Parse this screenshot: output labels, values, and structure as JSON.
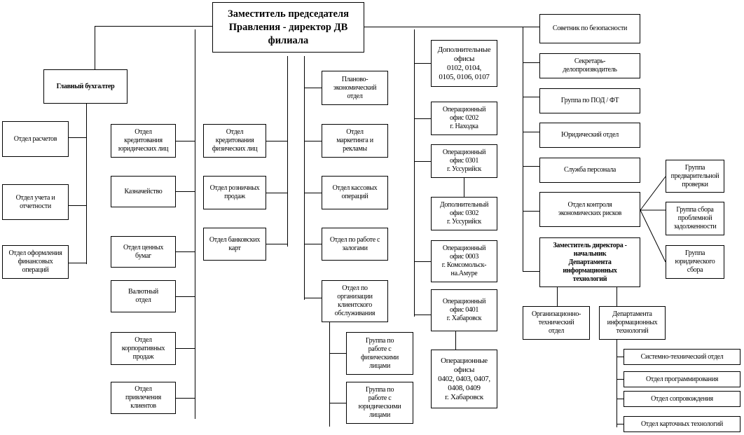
{
  "head": {
    "text": "Заместитель председателя\nПравления - директор ДВ\nфилиала"
  },
  "accounting": {
    "chief": "Главный бухгалтер",
    "units": [
      "Отдел расчетов",
      "Отдел учета и\nотчетности",
      "Отдел оформления\nфинансовых\nопераций"
    ]
  },
  "column2": [
    "Отдел\nкредитования\nюридических лиц",
    "Казначейство",
    "Отдел ценных\nбумаг",
    "Валютный\nотдел",
    "Отдел\nкорпоративных\nпродаж",
    "Отдел\nпривлечения\nклиентов"
  ],
  "column3": [
    "Отдел\nкредитования\nфизических лиц",
    "Отдел розничных\nпродаж",
    "Отдел банковских\nкарт"
  ],
  "column4": {
    "units": [
      "Планово-\nэкономический\nотдел",
      "Отдел\nмаркетинга и\nрекламы",
      "Отдел кассовых\nопераций",
      "Отдел по работе с\nзалогами",
      "Отдел по\nорганизации\nклиентского\nобслуживания"
    ],
    "groups": [
      "Группа по\nработе с\nфизическими\nлицами",
      "Группа по\nработе с\nюридическими\nлицами"
    ]
  },
  "offices": [
    "Дополнительные\nофисы\n0102, 0104,\n0105, 0106, 0107",
    "Операционный\nофис 0202\nг. Находка",
    "Операционный\nофис 0301\nг. Уссурийск",
    "Дополнительный\nофис 0302\nг. Уссурийск",
    "Операционный\nофис  0003\nг. Комсомольск-\nна.Амуре",
    "Операционный\nофис 0401\nг. Хабаровск",
    "Операционные\nофисы\n0402, 0403, 0407,\n0408, 0409\nг. Хабаровск"
  ],
  "right": {
    "units": [
      "Советник по безопасности",
      "Секретарь-\nделопроизводитель",
      "Группа по ПОД / ФТ",
      "Юридический отдел",
      "Служба персонала",
      "Отдел контроля\nэкономических рисков"
    ],
    "risk_groups": [
      "Группа\nпредварительной\nпроверки",
      "Группа сбора\nпроблемной\nзадолженности",
      "Группа\nюридического\nсбора"
    ],
    "it_deputy": "Заместитель директора -\nначальник\nДепартамента\nинформационных\nтехнологий",
    "it_units": [
      "Организационно-\nтехнический\nотдел",
      "Департамента\nинформационных\nтехнологий"
    ],
    "it_depts": [
      "Системно-технический отдел",
      "Отдел программирования",
      "Отдел сопровождения",
      "Отдел карточных технологий"
    ]
  }
}
